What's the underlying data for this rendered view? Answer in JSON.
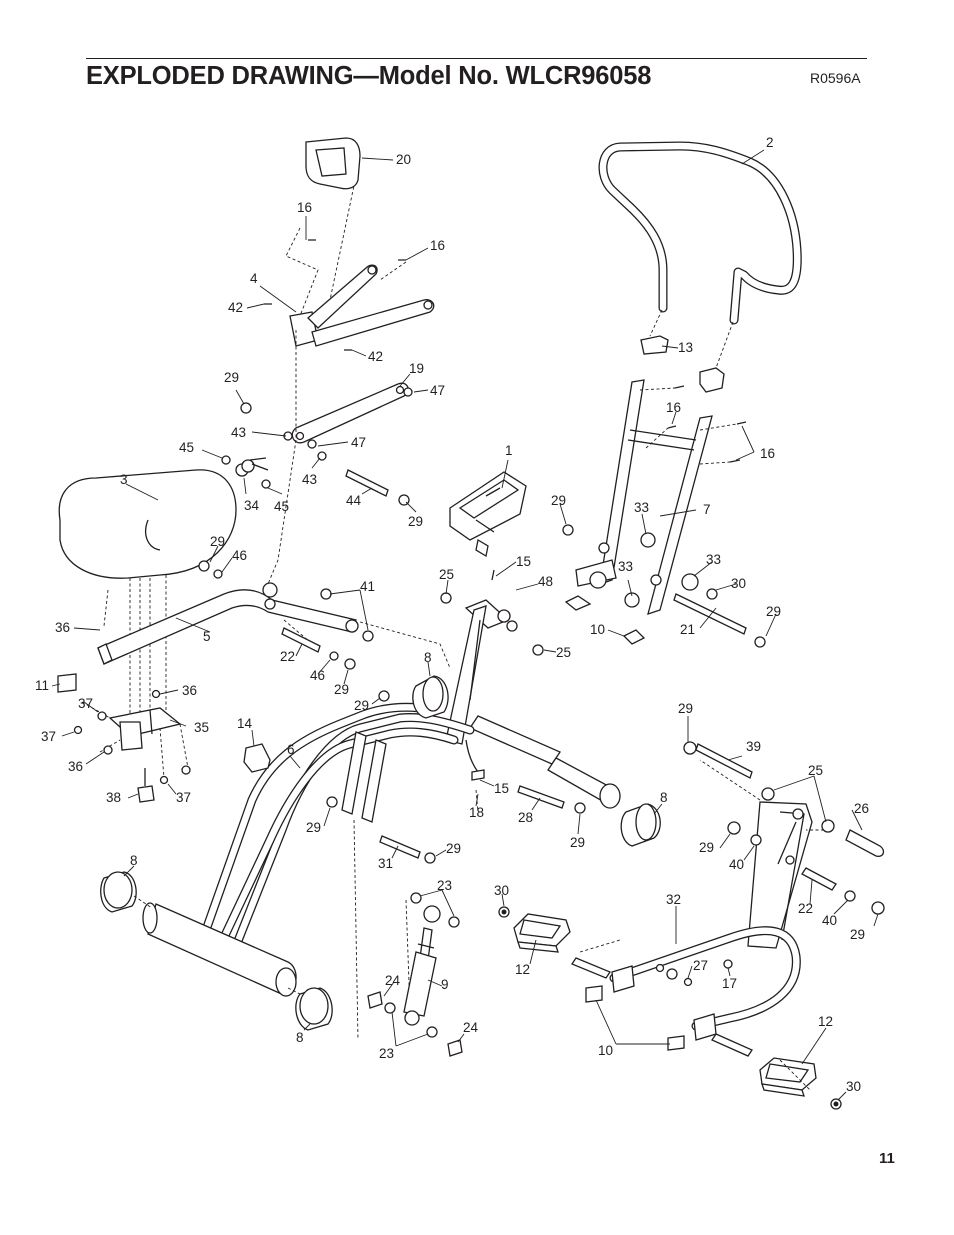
{
  "header": {
    "title": "EXPLODED DRAWING—Model No. WLCR96058",
    "ref_code": "R0596A"
  },
  "page_number": "11",
  "callouts": [
    "1",
    "2",
    "3",
    "4",
    "5",
    "6",
    "7",
    "8",
    "9",
    "10",
    "11",
    "12",
    "13",
    "14",
    "15",
    "16",
    "17",
    "18",
    "19",
    "20",
    "21",
    "22",
    "23",
    "24",
    "25",
    "26",
    "27",
    "28",
    "29",
    "30",
    "31",
    "32",
    "33",
    "34",
    "35",
    "36",
    "37",
    "38",
    "39",
    "40",
    "41",
    "42",
    "43",
    "44",
    "45",
    "46",
    "47",
    "48"
  ]
}
